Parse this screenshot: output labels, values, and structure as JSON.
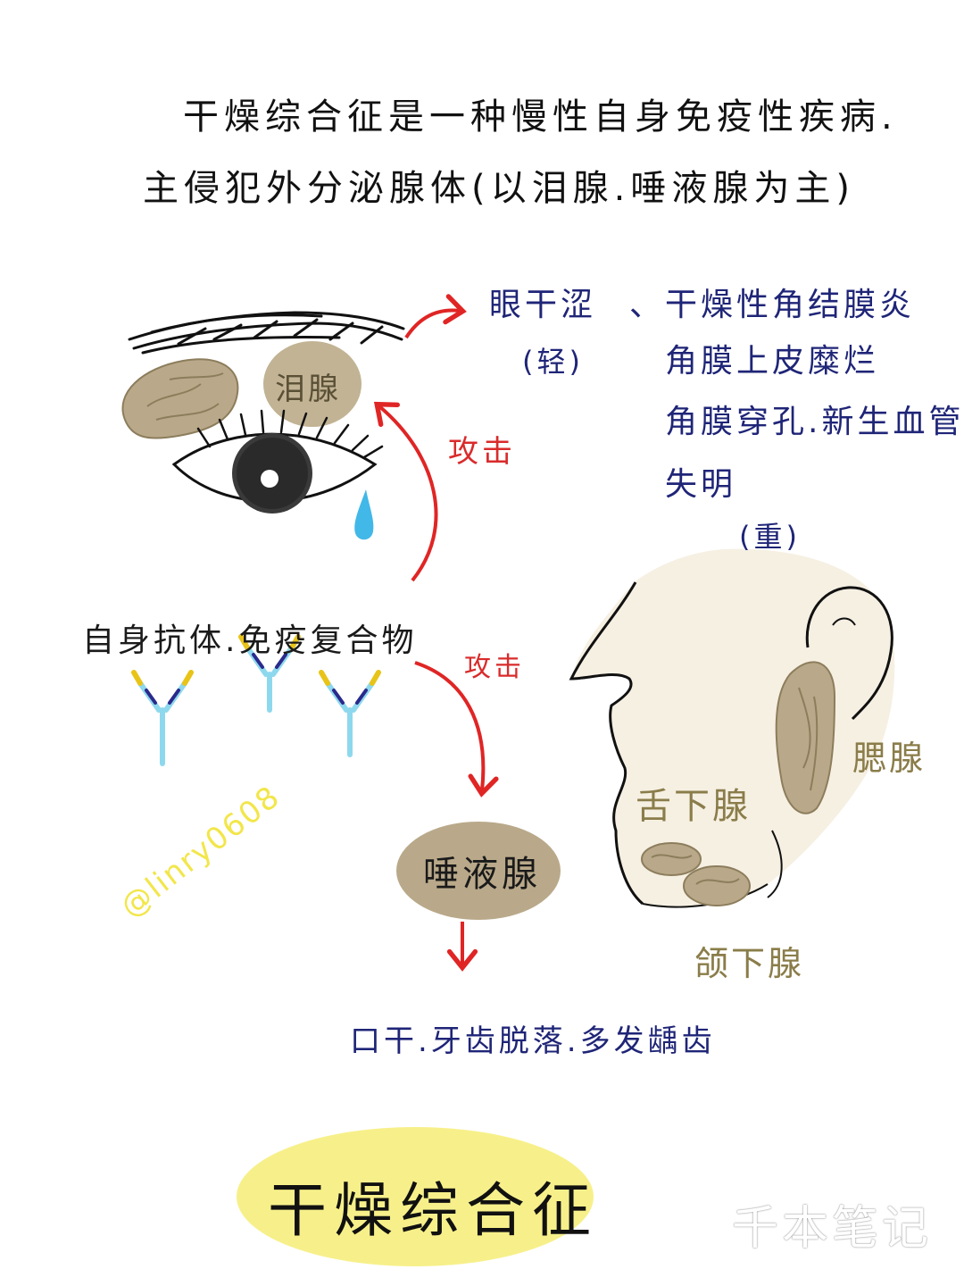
{
  "header": {
    "line1": "干燥综合征是一种慢性自身免疫性疾病.",
    "line2": "主侵犯外分泌腺体(以泪腺.唾液腺为主)"
  },
  "eye_section": {
    "gland_label": "泪腺",
    "attack_label": "攻击",
    "symptom_title": "眼干涩",
    "symptom_mild": "(轻)",
    "symptoms": [
      "、干燥性角结膜炎",
      "角膜上皮糜烂",
      "角膜穿孔.新生血管化",
      "失明"
    ],
    "severe_label": "(重)"
  },
  "antibody_section": {
    "label": "自身抗体.免疫复合物",
    "attack_label": "攻击"
  },
  "saliva_section": {
    "gland_label": "唾液腺",
    "outcome": "口干.牙齿脱落.多发龋齿"
  },
  "face_section": {
    "parotid_label": "腮腺",
    "sublingual_label": "舌下腺",
    "submandibular_label": "颌下腺"
  },
  "watermark": "@linry0608",
  "footer": {
    "main_title": "干燥综合征",
    "brand": "千本笔记"
  },
  "colors": {
    "gland": "#b9a98a",
    "arrow_red": "#e02525",
    "navy_text": "#1f2577",
    "antibody_blue": "#8ed8ee",
    "antibody_yellow": "#e8c419",
    "antibody_tip": "#2a2a8c",
    "tear": "#41b8e8",
    "face_fill": "#f6f0e3",
    "title_highlight": "#f7f08a",
    "watermark_yellow": "#f2e64a"
  }
}
